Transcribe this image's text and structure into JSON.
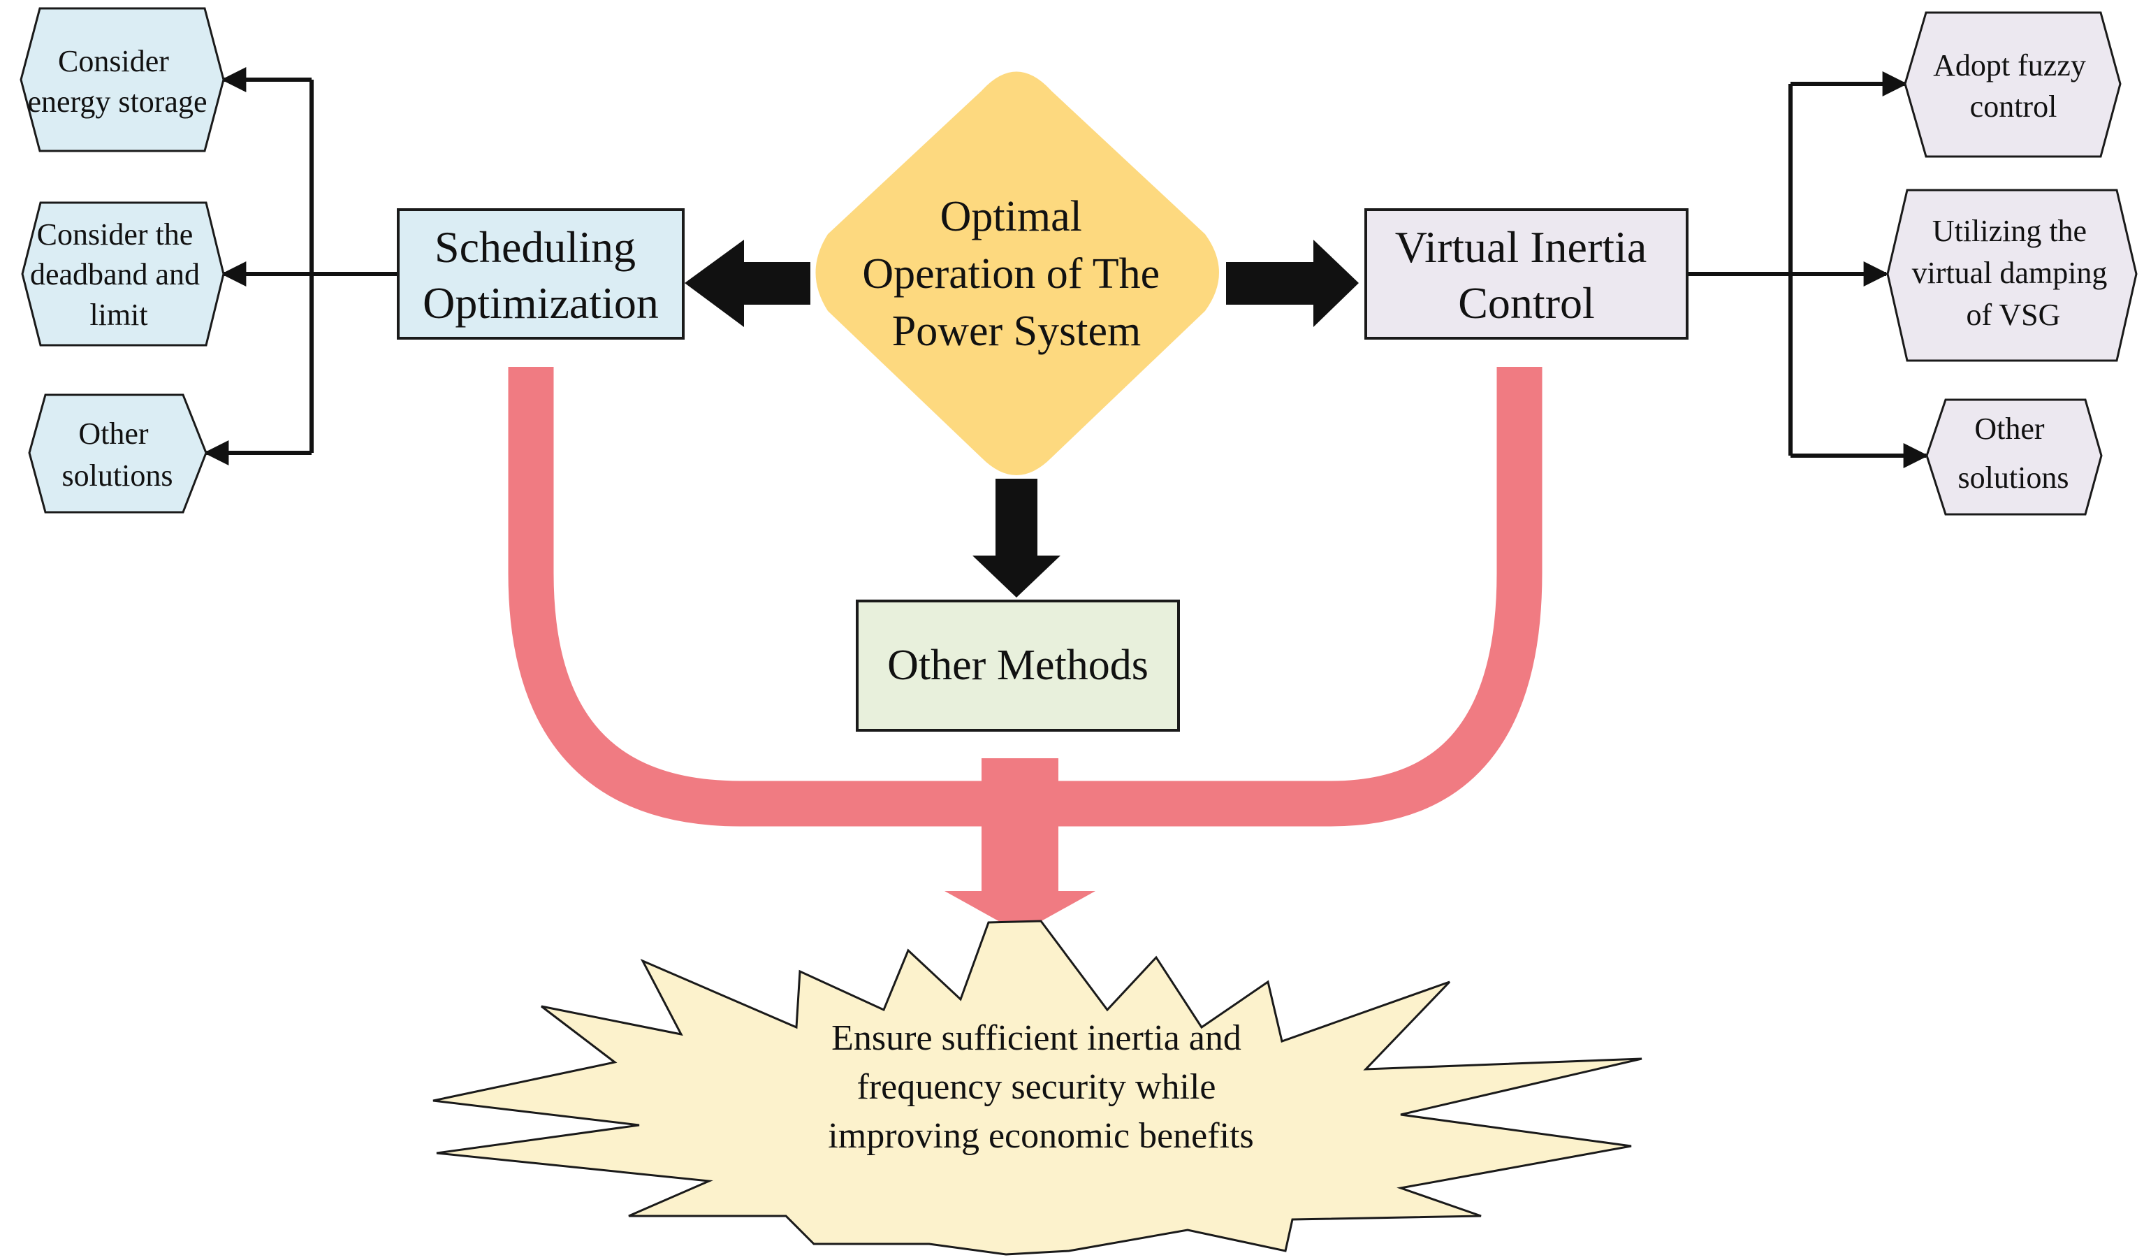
{
  "center": {
    "lines": [
      "Optimal",
      "Operation of The",
      "Power System"
    ]
  },
  "left_box": {
    "lines": [
      "Scheduling",
      "Optimization"
    ]
  },
  "right_box": {
    "lines": [
      "Virtual Inertia",
      "Control"
    ]
  },
  "bottom_box": {
    "label": "Other Methods"
  },
  "left_items": [
    {
      "lines": [
        "Consider",
        "energy storage"
      ]
    },
    {
      "lines": [
        "Consider the",
        "deadband and",
        "limit"
      ]
    },
    {
      "lines": [
        "Other",
        "solutions"
      ]
    }
  ],
  "right_items": [
    {
      "lines": [
        "Adopt fuzzy",
        "control"
      ]
    },
    {
      "lines": [
        "Utilizing the",
        "virtual damping",
        "of VSG"
      ]
    },
    {
      "lines": [
        "Other",
        "solutions"
      ]
    }
  ],
  "outcome": {
    "lines": [
      "Ensure sufficient inertia and",
      "frequency security while",
      "improving economic benefits"
    ]
  },
  "colors": {
    "left_fill": "#dbedf4",
    "right_fill": "#ece8f0",
    "diamond_fill": "#fdd97f",
    "other_fill": "#e8f0dc",
    "burst_fill": "#fcf2cc",
    "pink": "#f07b82",
    "stroke": "#1a1a1a"
  }
}
